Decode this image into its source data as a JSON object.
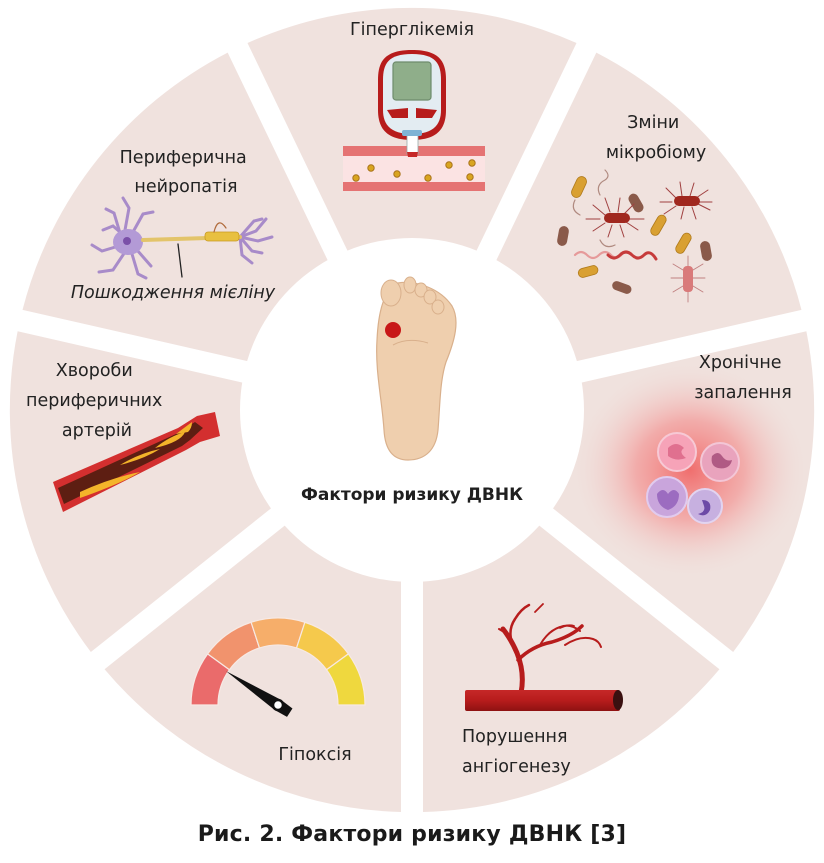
{
  "figure": {
    "center_label": "Фактори ризику ДВНК",
    "caption": "Рис. 2. Фактори ризику ДВНК [3]",
    "segment_fill": "#f0e2de",
    "segments": [
      {
        "id": "hyperglycemia",
        "lines": [
          "Гіперглікемія"
        ],
        "icon": "glucometer-icon"
      },
      {
        "id": "microbiome",
        "lines": [
          "Зміни",
          "мікробіому"
        ],
        "icon": "bacteria-icon"
      },
      {
        "id": "inflammation",
        "lines": [
          "Хронічне",
          "запалення"
        ],
        "icon": "immune-cells-icon"
      },
      {
        "id": "angiogenesis",
        "lines": [
          "Порушення",
          "ангіогенезу"
        ],
        "icon": "blood-vessel-branch-icon"
      },
      {
        "id": "hypoxia",
        "lines": [
          "Гіпоксія"
        ],
        "icon": "gauge-icon"
      },
      {
        "id": "pad",
        "lines": [
          "Хвороби",
          "периферичних",
          "артерій"
        ],
        "icon": "blocked-artery-icon"
      },
      {
        "id": "neuropathy",
        "lines": [
          "Периферична",
          "нейропатія"
        ],
        "icon": "neuron-icon",
        "annotation": "Пошкодження мієліну"
      }
    ],
    "gauge": {
      "colors": [
        "#ea6b6b",
        "#f1936d",
        "#f6ae6a",
        "#f5c94c",
        "#efd83e"
      ],
      "needle_level": 0.12
    }
  }
}
